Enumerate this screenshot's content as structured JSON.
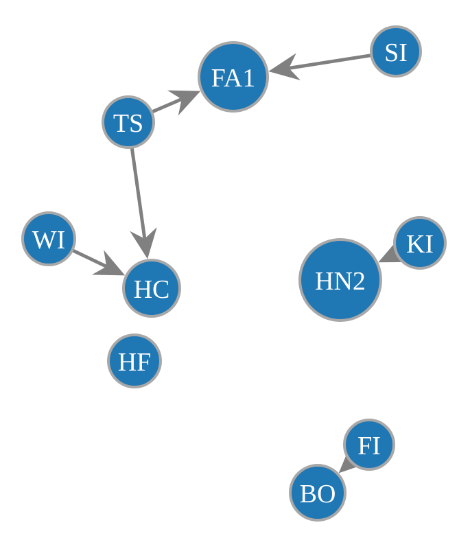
{
  "graph": {
    "colors": {
      "node_fill": "#1f77b4",
      "node_stroke": "#a8a8a8",
      "edge": "#808080",
      "label": "#ffffff"
    },
    "nodes": [
      {
        "id": "FA1",
        "label": "FA1"
      },
      {
        "id": "SI",
        "label": "SI"
      },
      {
        "id": "TS",
        "label": "TS"
      },
      {
        "id": "WI",
        "label": "WI"
      },
      {
        "id": "HC",
        "label": "HC"
      },
      {
        "id": "KI",
        "label": "KI"
      },
      {
        "id": "HN2",
        "label": "HN2"
      },
      {
        "id": "HF",
        "label": "HF"
      },
      {
        "id": "FI",
        "label": "FI"
      },
      {
        "id": "BO",
        "label": "BO"
      }
    ],
    "edges": [
      {
        "source": "SI",
        "target": "FA1"
      },
      {
        "source": "TS",
        "target": "FA1"
      },
      {
        "source": "TS",
        "target": "HC"
      },
      {
        "source": "WI",
        "target": "HC"
      },
      {
        "source": "KI",
        "target": "HN2"
      },
      {
        "source": "FI",
        "target": "BO"
      }
    ]
  }
}
